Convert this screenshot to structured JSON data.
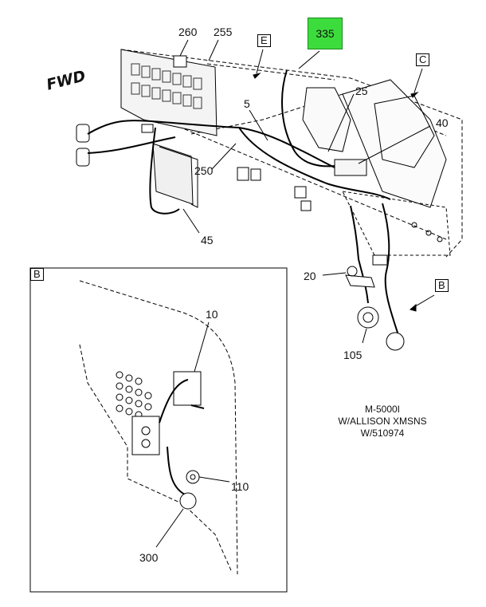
{
  "fwd": "FWD",
  "views": {
    "E": "E",
    "C": "C",
    "B_box": "B",
    "B_ref": "B"
  },
  "callouts": {
    "c260": "260",
    "c255": "255",
    "c335": "335",
    "c25": "25",
    "c40": "40",
    "c5": "5",
    "c250": "250",
    "c45": "45",
    "c20": "20",
    "c105": "105",
    "c10": "10",
    "c110": "110",
    "c300": "300"
  },
  "highlight_color": "#3ddc3d",
  "note": {
    "line1": "M-5000I",
    "line2": "W/ALLISON XMSNS",
    "line3": "W/510974"
  }
}
